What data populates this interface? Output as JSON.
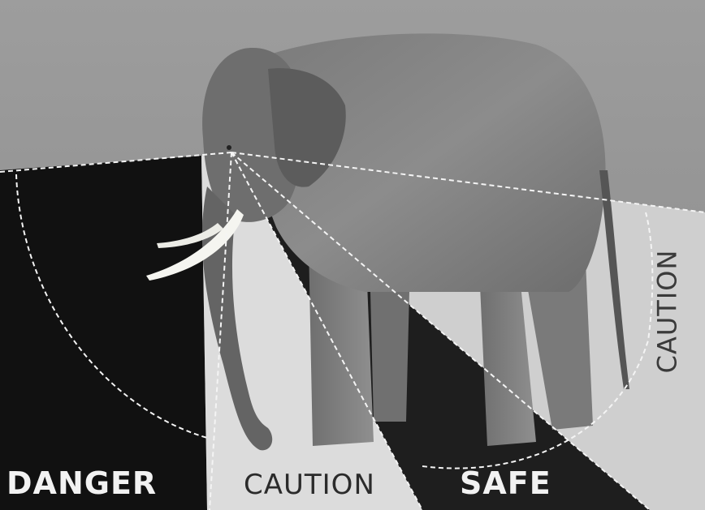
{
  "zones": {
    "danger": "DANGER",
    "caution_front": "CAUTION",
    "safe": "SAFE",
    "caution_rear": "CAUTION"
  }
}
